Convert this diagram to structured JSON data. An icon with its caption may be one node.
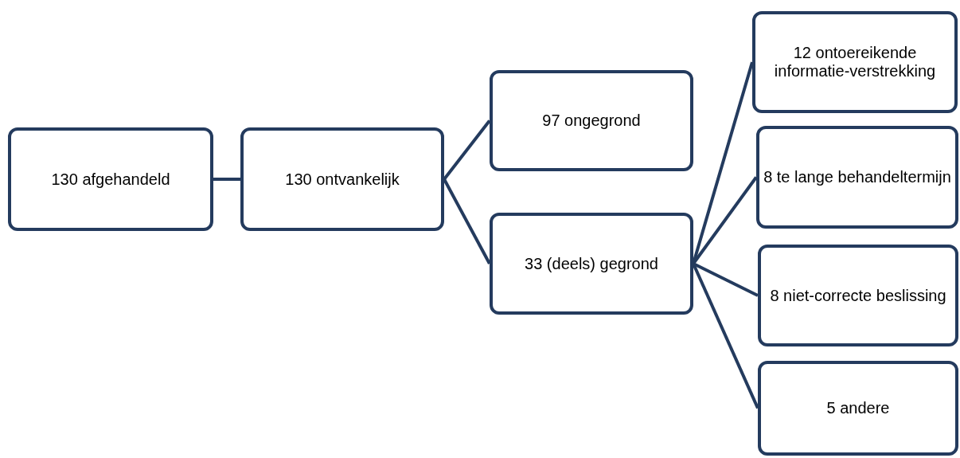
{
  "diagram": {
    "nodes": [
      {
        "text": [
          "130 afgehandeld"
        ]
      },
      {
        "text": [
          "130 ontvankelijk"
        ]
      },
      {
        "text": [
          "97 ongegrond"
        ]
      },
      {
        "text": [
          "33 (deels) gegrond"
        ]
      },
      {
        "text": [
          "12 ontoereikende informatie-verstrekking"
        ]
      },
      {
        "text": [
          "8 te lange behandeltermijn"
        ]
      },
      {
        "text": [
          "8 niet-correcte beslissing"
        ]
      },
      {
        "text": [
          "5 andere"
        ]
      }
    ],
    "edges": [
      {
        "from": 0,
        "to": 1,
        "arrow": "none"
      },
      {
        "from": 1,
        "to": 2,
        "arrow": "none"
      },
      {
        "from": 1,
        "to": 3,
        "arrow": "none"
      },
      {
        "from": 3,
        "to": 4,
        "arrow": "none"
      },
      {
        "from": 3,
        "to": 5,
        "arrow": "none"
      },
      {
        "from": 3,
        "to": 6,
        "arrow": "none"
      },
      {
        "from": 3,
        "to": 7,
        "arrow": "none"
      }
    ]
  }
}
